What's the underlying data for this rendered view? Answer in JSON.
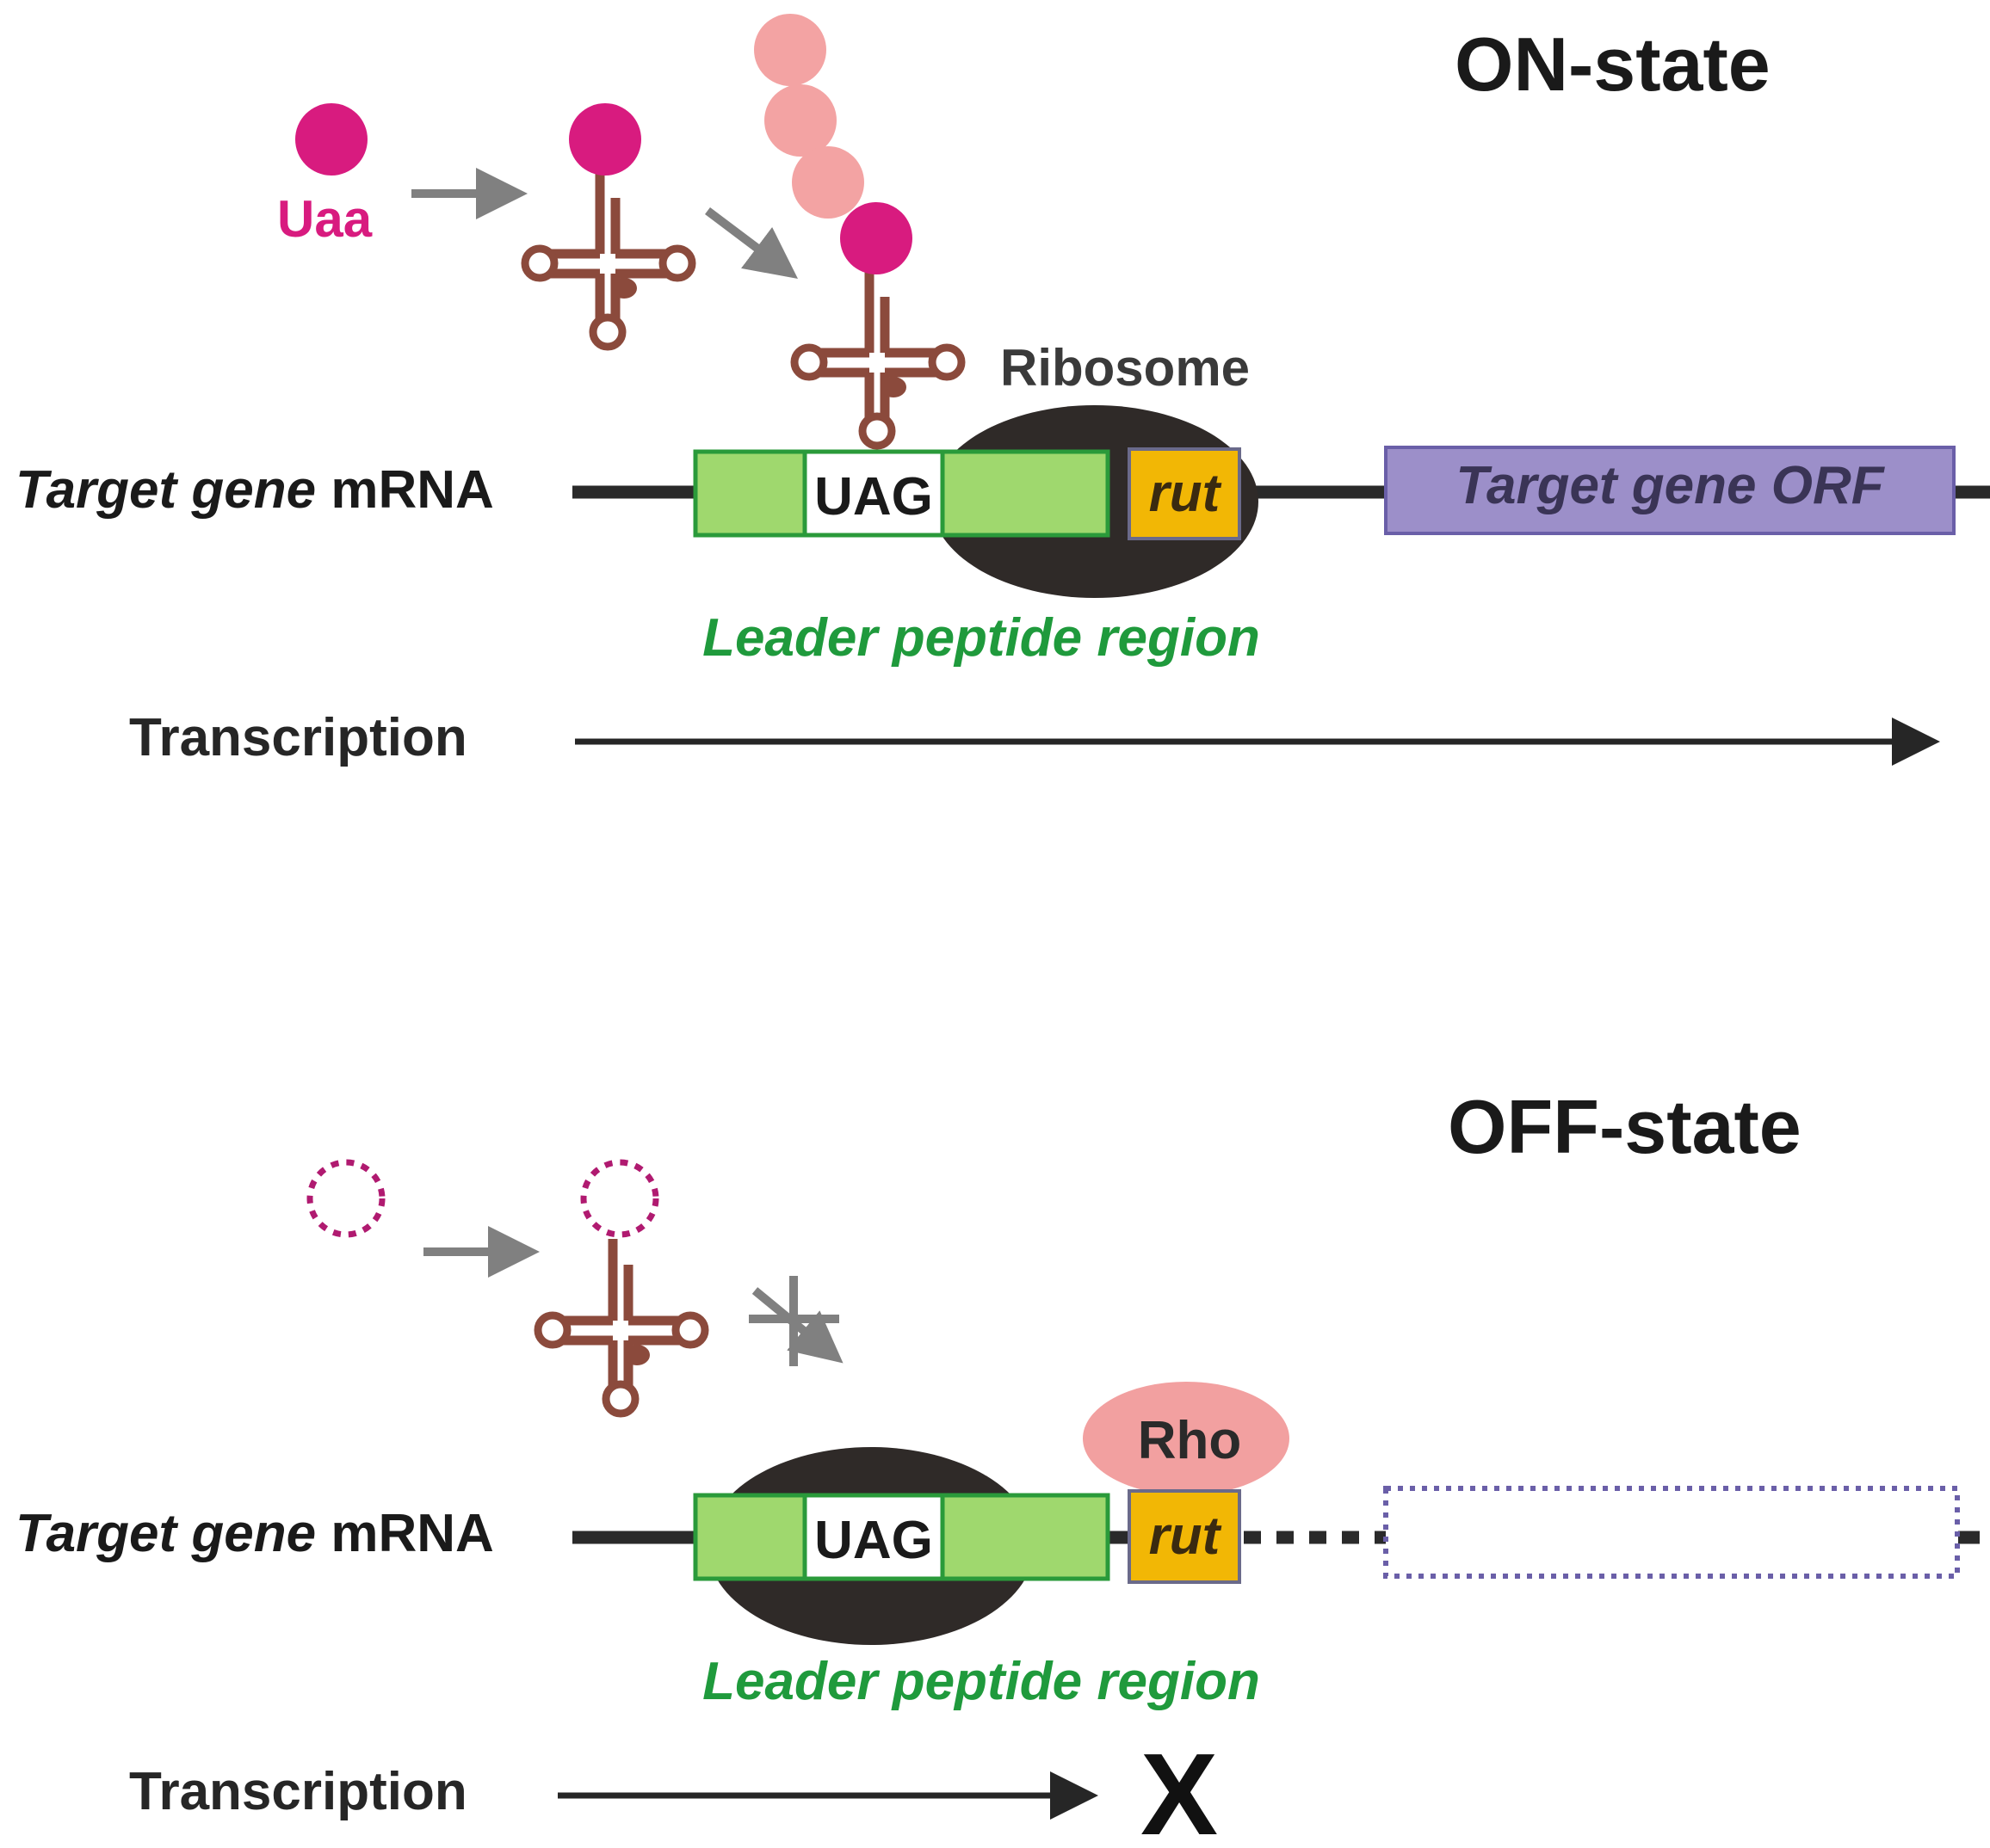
{
  "on_state": {
    "title": "ON-state",
    "uaa_label": "Uaa",
    "ribosome_label": "Ribosome",
    "mrna_label_italic": "Target gene",
    "mrna_label_plain": " mRNA",
    "codon_label": "UAG",
    "rut_label": "rut",
    "orf_label": "Target gene ORF",
    "leader_label": "Leader peptide region",
    "transcription_label": "Transcription"
  },
  "off_state": {
    "title": "OFF-state",
    "rho_label": "Rho",
    "mrna_label_italic": "Target gene",
    "mrna_label_plain": " mRNA",
    "codon_label": "UAG",
    "rut_label": "rut",
    "leader_label": "Leader peptide region",
    "transcription_label": "Transcription",
    "stop_mark": "X"
  },
  "colors": {
    "uaa": "#d81b7f",
    "trna": "#8b4a3c",
    "arrow_gray": "#808080",
    "ribosome": "#2f2a28",
    "leader_fill": "#9fd86e",
    "leader_stroke": "#2a9a3a",
    "rut_fill": "#f2b705",
    "orf_fill": "#9c8fc9",
    "leader_text": "#1f9a3c",
    "rho": "#f2a0a0",
    "peptide": "#f3a3a3"
  },
  "icons": [
    "uaa-circle-icon",
    "trna-icon",
    "ribosome-shape",
    "rho-protein-shape",
    "peptide-chain-icon"
  ]
}
